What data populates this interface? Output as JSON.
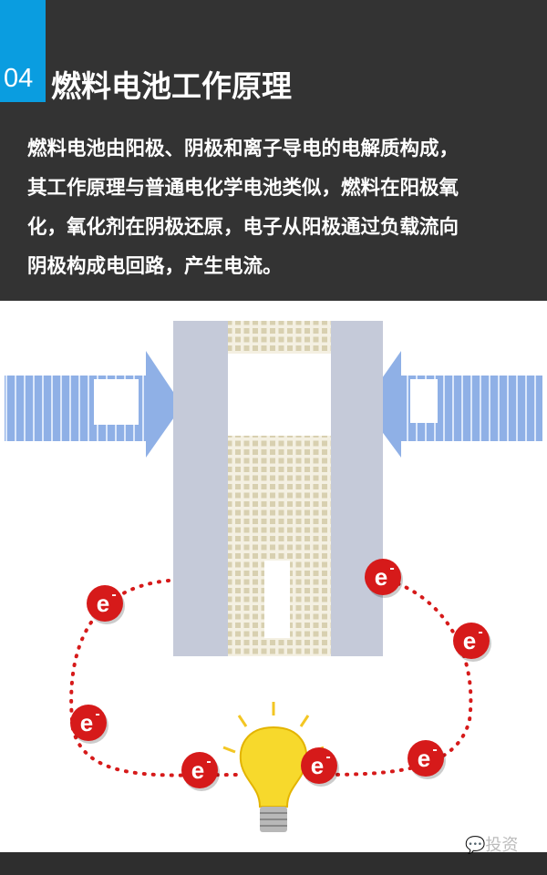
{
  "header": {
    "section_number": "04",
    "title": "燃料电池工作原理",
    "body_lines": [
      "燃料电池由阳极、阴极和离子导电的电解质构成，",
      "其工作原理与普通电化学电池类似，燃料在阳极氧",
      "化，氧化剂在阴极还原，电子从阳极通过负载流向",
      "阴极构成电回路，产生电流。"
    ]
  },
  "diagram": {
    "electron_symbol": "e",
    "electron_charge": "-",
    "electron_count": 7
  },
  "watermark": {
    "text": "投资"
  },
  "colors": {
    "accent": "#0a9de0",
    "background_dark": "#333333",
    "electron": "#d61a1a",
    "cell": "#c5cad9",
    "arrow": "#8fb0e6"
  }
}
